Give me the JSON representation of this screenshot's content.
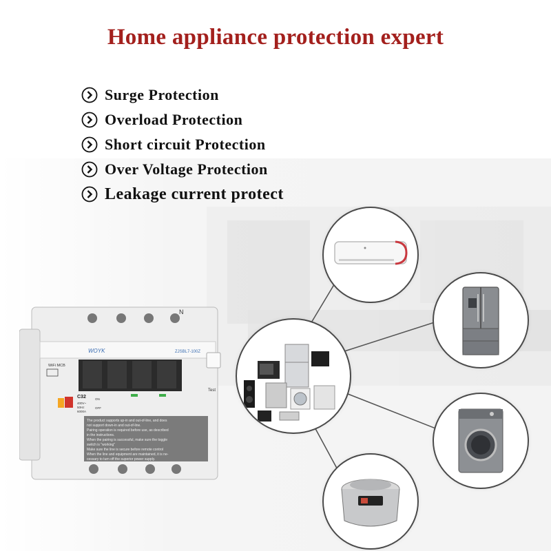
{
  "headline": "Home appliance protection expert",
  "features": [
    {
      "label": "Surge Protection"
    },
    {
      "label": "Overload Protection"
    },
    {
      "label": "Short circuit Protection"
    },
    {
      "label": "Over Voltage Protection"
    },
    {
      "label": "Leakage current protect"
    }
  ],
  "bullet_icon": "chevron-circle-icon",
  "colors": {
    "headline": "#a3201d",
    "text": "#111111",
    "circle_border": "#4a4a4a",
    "connector": "#555555"
  },
  "appliances": [
    {
      "name": "air-conditioner"
    },
    {
      "name": "refrigerator"
    },
    {
      "name": "home-appliances-group"
    },
    {
      "name": "washing-machine"
    },
    {
      "name": "rice-cooker"
    }
  ],
  "breaker": {
    "top_marks": [
      "N"
    ],
    "brand": "WOYK",
    "model": "ZJSBL7-100Z",
    "type_label": "WiFi MCB",
    "rating": "C32",
    "voltage": "400V~",
    "frequency": "50Hz",
    "capacity": "6000A",
    "on_label": "ON",
    "off_label": "OFF",
    "test_label": "Test",
    "notice_lines": [
      "The product supports up-in and out-of-line, and does",
      "not support down-in and out-of-line.",
      "Pairing operation is required before use, as described",
      "in the instructions.",
      "When the pairing is successful, make sure the toggle",
      "switch is \"working\"",
      "Make sure the line is secure before remote control",
      "When the line and equipment are maintained, it is ne-",
      "cessary to turn off the superior power supply."
    ]
  }
}
